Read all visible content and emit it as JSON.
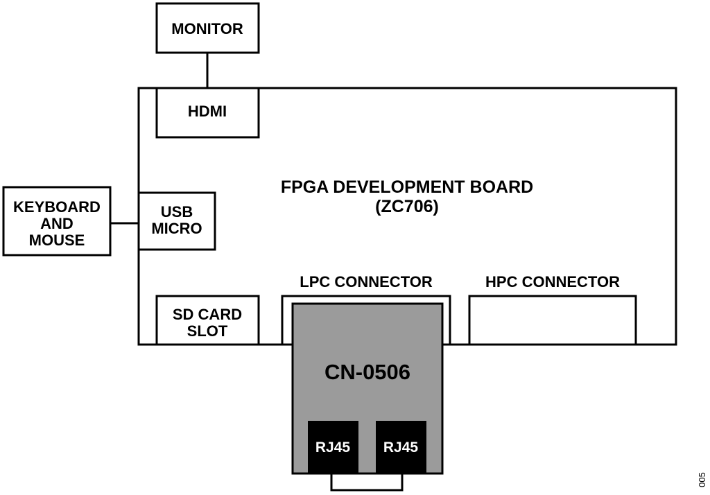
{
  "diagram": {
    "monitor": "MONITOR",
    "hdmi": "HDMI",
    "board_title_line1": "FPGA DEVELOPMENT BOARD",
    "board_title_line2": "(ZC706)",
    "keyboard_line1": "KEYBOARD",
    "keyboard_line2": "AND",
    "keyboard_line3": "MOUSE",
    "usb_line1": "USB",
    "usb_line2": "MICRO",
    "lpc_connector": "LPC CONNECTOR",
    "hpc_connector": "HPC CONNECTOR",
    "sd_line1": "SD CARD",
    "sd_line2": "SLOT",
    "cn_board": "CN-0506",
    "rj45_left": "RJ45",
    "rj45_right": "RJ45",
    "figure_number": "005"
  },
  "colors": {
    "line": "#000000",
    "cn_board_fill": "#9b9b9b",
    "rj45_fill": "#000000",
    "rj45_text": "#ffffff"
  }
}
